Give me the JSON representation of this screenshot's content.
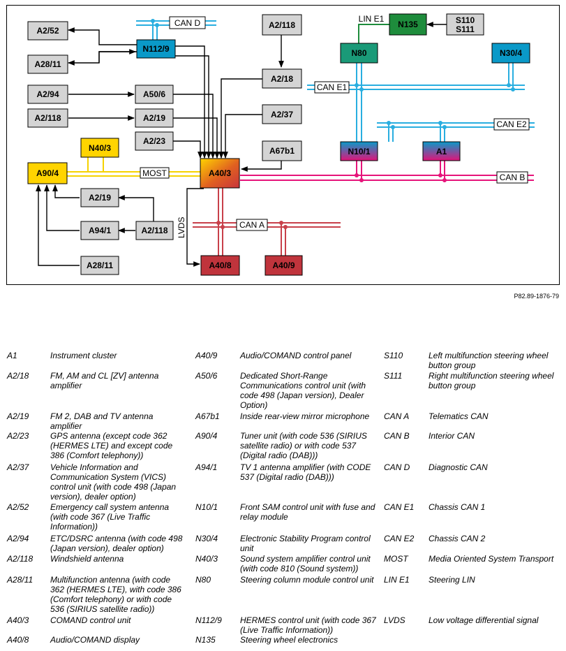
{
  "figure_ref": "P82.89-1876-79",
  "boxes": {
    "A2/52": "A2/52",
    "N112/9": "N112/9",
    "A28/11_top": "A28/11",
    "A2/94": "A2/94",
    "A50/6": "A50/6",
    "A2/118_left": "A2/118",
    "A2/19_mid": "A2/19",
    "A2/23": "A2/23",
    "N40/3": "N40/3",
    "A90/4": "A90/4",
    "A2/19_low": "A2/19",
    "A94/1": "A94/1",
    "A2/118_low": "A2/118",
    "A28/11_bottom": "A28/11",
    "A2/118_top": "A2/118",
    "A2/18": "A2/18",
    "A2/37": "A2/37",
    "A67b1": "A67b1",
    "A40/3": "A40/3",
    "A40/8": "A40/8",
    "A40/9": "A40/9",
    "N135": "N135",
    "S110": "S110",
    "S111": "S111",
    "N80": "N80",
    "N30/4": "N30/4",
    "N10/1": "N10/1",
    "A1": "A1"
  },
  "bus_labels": {
    "can_d": "CAN D",
    "most": "MOST",
    "lvds": "LVDS",
    "can_a": "CAN A",
    "lin_e1": "LIN E1",
    "can_e1": "CAN E1",
    "can_e2": "CAN E2",
    "can_b": "CAN B"
  },
  "colors": {
    "gray_box": "#d4d4d4",
    "yellow": "#ffd400",
    "cyan": "#0a99c8",
    "magenta": "#e0147a",
    "red": "#c0343c",
    "green": "#1e8c3c",
    "can_d_line": "#29aee0",
    "can_b_line": "#e6147a",
    "most_line": "#f5d200",
    "can_a_line": "#c8404a"
  },
  "legend": [
    {
      "code": "A1",
      "desc": "Instrument cluster"
    },
    {
      "code": "A2/18",
      "desc": "FM, AM and CL [ZV] antenna amplifier"
    },
    {
      "code": "A2/19",
      "desc": "FM 2, DAB and TV antenna amplifier"
    },
    {
      "code": "A2/23",
      "desc": "GPS antenna (except code 362 (HERMES LTE) and except code 386 (Comfort telephony))"
    },
    {
      "code": "A2/37",
      "desc": "Vehicle Information and Communication System (VICS) control unit (with code 498 (Japan version), dealer option)"
    },
    {
      "code": "A2/52",
      "desc": "Emergency call system antenna (with code 367 (Live Traffic Information))"
    },
    {
      "code": "A2/94",
      "desc": "ETC/DSRC antenna (with code 498 (Japan version), dealer option)"
    },
    {
      "code": "A2/118",
      "desc": "Windshield antenna"
    },
    {
      "code": "A28/11",
      "desc": "Multifunction antenna (with code 362 (HERMES LTE), with code 386 (Comfort telephony) or with code 536 (SIRIUS satellite radio))"
    },
    {
      "code": "A40/3",
      "desc": "COMAND control unit"
    },
    {
      "code": "A40/8",
      "desc": "Audio/COMAND display"
    },
    {
      "code": "A40/9",
      "desc": "Audio/COMAND control panel"
    },
    {
      "code": "A50/6",
      "desc": "Dedicated Short-Range Communications control unit (with code 498 (Japan version), Dealer Option)"
    },
    {
      "code": "A67b1",
      "desc": "Inside rear-view mirror microphone"
    },
    {
      "code": "A90/4",
      "desc": "Tuner unit (with code 536 (SIRIUS satellite radio) or with code 537 (Digital radio (DAB)))"
    },
    {
      "code": "A94/1",
      "desc": "TV 1 antenna amplifier (with CODE 537 (Digital radio (DAB)))"
    },
    {
      "code": "N10/1",
      "desc": "Front SAM control unit with fuse and relay module"
    },
    {
      "code": "N30/4",
      "desc": "Electronic Stability Program control unit"
    },
    {
      "code": "N40/3",
      "desc": "Sound system amplifier control unit (with code 810 (Sound system))"
    },
    {
      "code": "N80",
      "desc": "Steering column module control unit"
    },
    {
      "code": "N112/9",
      "desc": "HERMES control unit (with code 367 (Live Traffic Information))"
    },
    {
      "code": "N135",
      "desc": "Steering wheel electronics"
    },
    {
      "code": "S110",
      "desc": "Left multifunction steering wheel button group"
    },
    {
      "code": "S111",
      "desc": "Right multifunction steering wheel button group"
    },
    {
      "code": "CAN A",
      "desc": "Telematics CAN"
    },
    {
      "code": "CAN B",
      "desc": "Interior CAN"
    },
    {
      "code": "CAN D",
      "desc": "Diagnostic CAN"
    },
    {
      "code": "CAN E1",
      "desc": "Chassis CAN 1"
    },
    {
      "code": "CAN E2",
      "desc": "Chassis CAN 2"
    },
    {
      "code": "MOST",
      "desc": "Media Oriented System Transport"
    },
    {
      "code": "LIN E1",
      "desc": "Steering LIN"
    },
    {
      "code": "LVDS",
      "desc": "Low voltage differential signal"
    }
  ]
}
